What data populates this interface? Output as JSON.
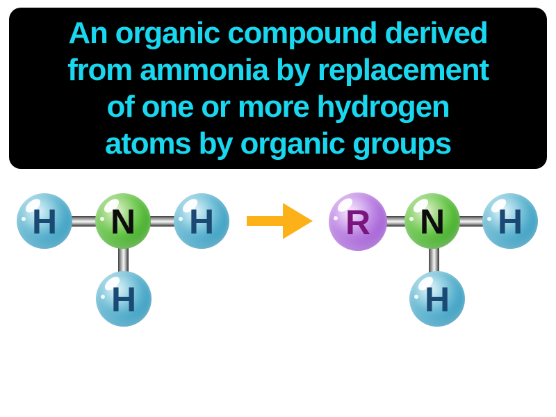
{
  "definition": {
    "lines": [
      "An organic compound derived",
      "from ammonia by replacement",
      "of one or more hydrogen",
      "atoms by organic groups"
    ]
  },
  "diagram": {
    "before": {
      "atoms": {
        "left": "H",
        "center": "N",
        "right": "H",
        "bottom": "H"
      }
    },
    "after": {
      "atoms": {
        "left": "R",
        "center": "N",
        "right": "H",
        "bottom": "H"
      }
    }
  },
  "colors": {
    "definition-text": "#18d7ef",
    "definition-bg": "#000000",
    "hydrogen-sphere": "#2e9abd",
    "nitrogen-sphere": "#3fae27",
    "r-sphere": "#a55fd5",
    "hydrogen-letter": "#1a4a73",
    "nitrogen-letter": "#0d0d0d",
    "r-letter": "#7a157d",
    "bond": "#9c9c9c",
    "arrow": "#fbb117"
  }
}
